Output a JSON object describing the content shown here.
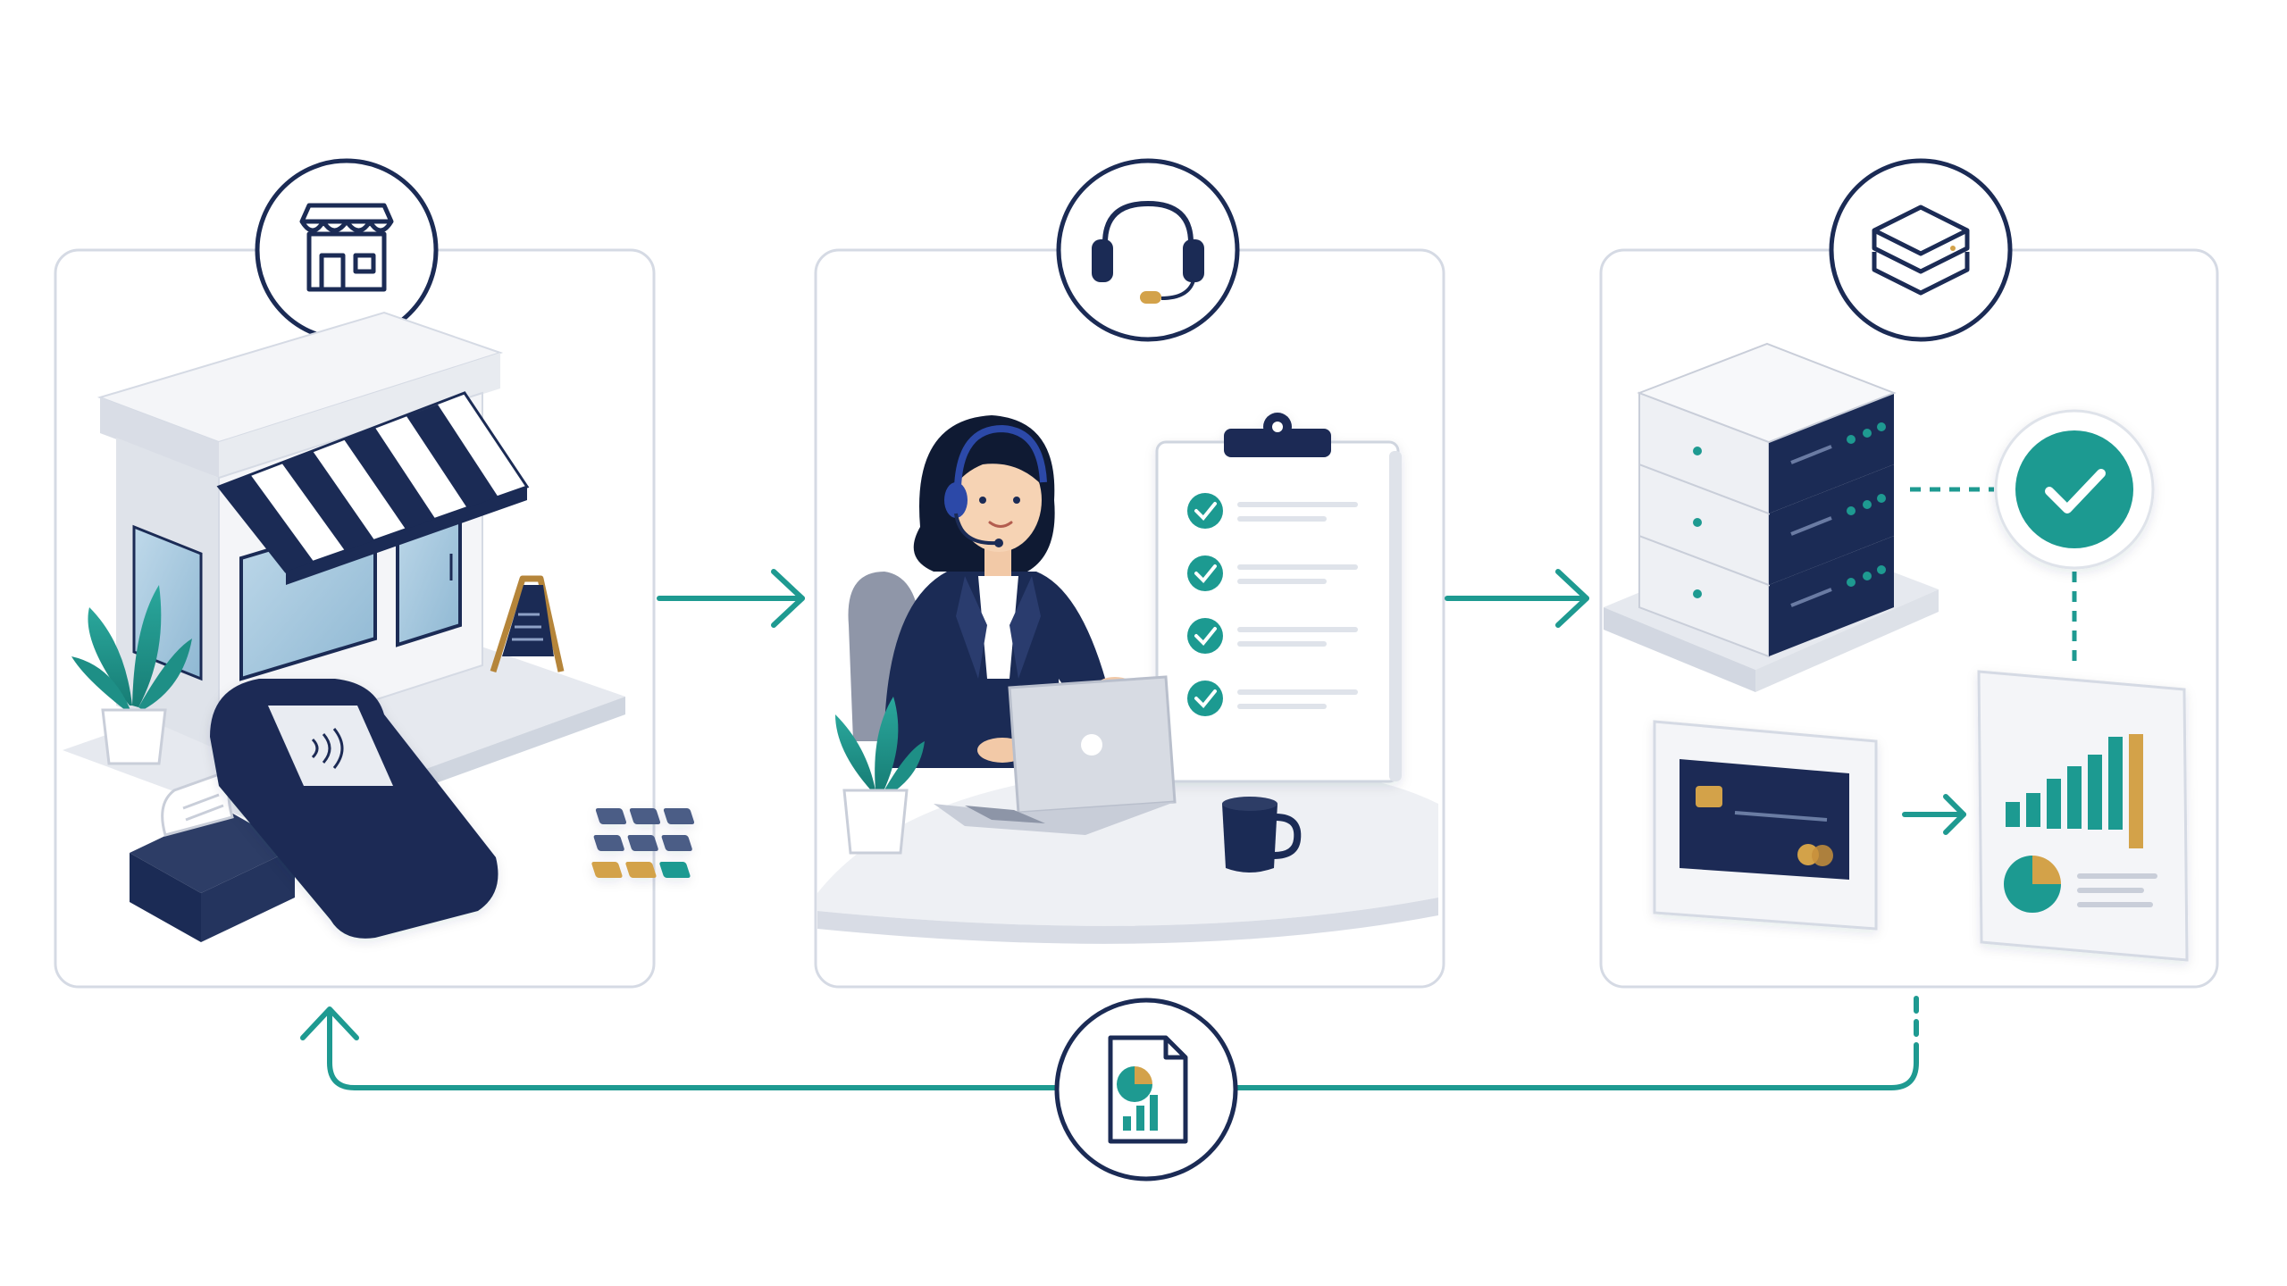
{
  "diagram": {
    "kind": "process-flow",
    "colors": {
      "teal": "#1e9a91",
      "navy": "#1b2b55",
      "panel_border": "#d5dae4",
      "gold": "#d3a24a",
      "light_gray": "#e9ecf2"
    },
    "stages": [
      {
        "id": "merchant",
        "badge_icon": "storefront-icon",
        "contents": [
          "storefront-building",
          "striped-awning",
          "potted-plant",
          "sidewalk-sign",
          "payment-terminal",
          "receipt-printer"
        ]
      },
      {
        "id": "support",
        "badge_icon": "headset-icon",
        "contents": [
          "support-agent",
          "laptop",
          "checklist-clipboard",
          "potted-plant",
          "coffee-mug"
        ]
      },
      {
        "id": "processing",
        "badge_icon": "database-stack-icon",
        "contents": [
          "server-rack",
          "check-badge",
          "credit-card",
          "analytics-report"
        ]
      }
    ],
    "connectors": [
      {
        "from": "merchant",
        "to": "support",
        "style": "solid-arrow"
      },
      {
        "from": "support",
        "to": "processing",
        "style": "solid-arrow"
      },
      {
        "from": "server-rack",
        "to": "check-badge",
        "style": "dashed"
      },
      {
        "from": "check-badge",
        "to": "analytics-report",
        "style": "dashed"
      },
      {
        "from": "credit-card",
        "to": "analytics-report",
        "style": "solid-arrow"
      },
      {
        "from": "processing",
        "to": "merchant",
        "style": "feedback-loop",
        "badge_icon": "report-document-icon"
      }
    ]
  }
}
